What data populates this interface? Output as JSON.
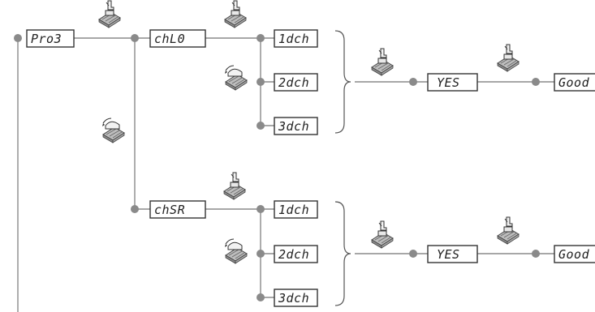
{
  "nodes": {
    "root": "Pro3",
    "branch_upper": "chL0",
    "branch_lower": "chSR",
    "upper_options": [
      "1dch",
      "2dch",
      "3dch"
    ],
    "lower_options": [
      "1dch",
      "2dch",
      "3dch"
    ],
    "upper_confirm": "YES",
    "upper_result": "Good",
    "lower_confirm": "YES",
    "lower_result": "Good"
  },
  "icons": {
    "press": "hand-press-key-icon",
    "scroll": "hand-rotate-knob-icon"
  }
}
